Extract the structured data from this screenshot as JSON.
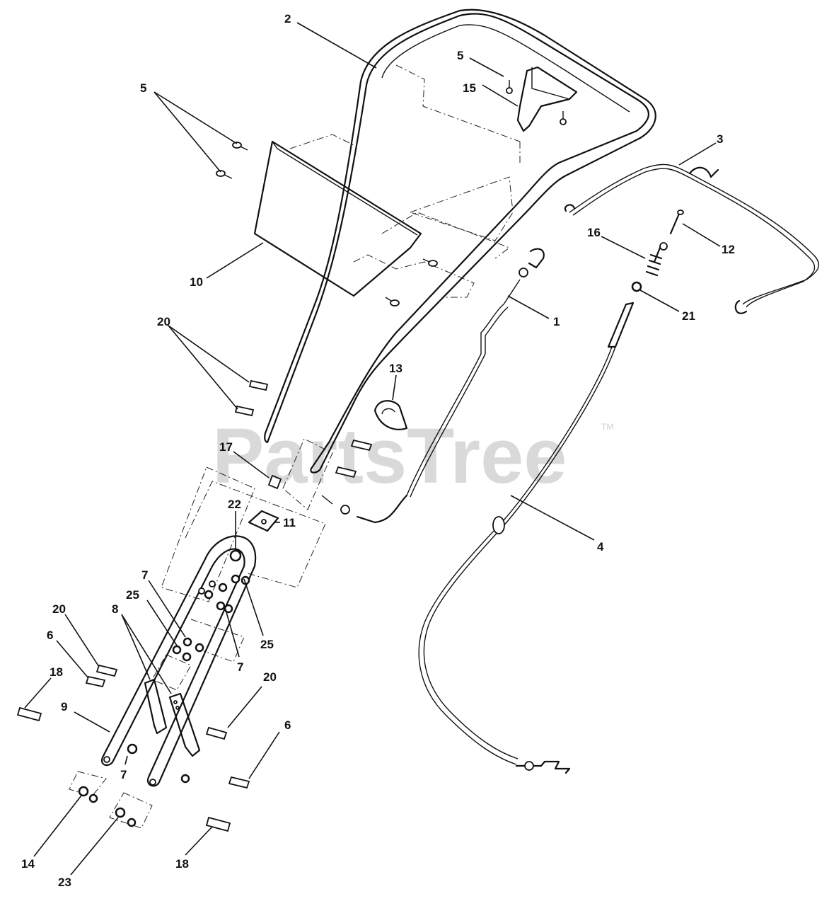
{
  "diagram": {
    "watermark": "PartsTree",
    "watermark_mark": "TM",
    "callouts": [
      {
        "id": "c2",
        "label": "2"
      },
      {
        "id": "c5a",
        "label": "5"
      },
      {
        "id": "c15",
        "label": "15"
      },
      {
        "id": "c5b",
        "label": "5"
      },
      {
        "id": "c3",
        "label": "3"
      },
      {
        "id": "c16",
        "label": "16"
      },
      {
        "id": "c12",
        "label": "12"
      },
      {
        "id": "c21",
        "label": "21"
      },
      {
        "id": "c10",
        "label": "10"
      },
      {
        "id": "c1",
        "label": "1"
      },
      {
        "id": "c20a",
        "label": "20"
      },
      {
        "id": "c13",
        "label": "13"
      },
      {
        "id": "c17",
        "label": "17"
      },
      {
        "id": "c22",
        "label": "22"
      },
      {
        "id": "c11",
        "label": "11"
      },
      {
        "id": "c4",
        "label": "4"
      },
      {
        "id": "c7a",
        "label": "7"
      },
      {
        "id": "c25a",
        "label": "25"
      },
      {
        "id": "c8",
        "label": "8"
      },
      {
        "id": "c20b",
        "label": "20"
      },
      {
        "id": "c6a",
        "label": "6"
      },
      {
        "id": "c25b",
        "label": "25"
      },
      {
        "id": "c7b",
        "label": "7"
      },
      {
        "id": "c18a",
        "label": "18"
      },
      {
        "id": "c9",
        "label": "9"
      },
      {
        "id": "c20c",
        "label": "20"
      },
      {
        "id": "c6b",
        "label": "6"
      },
      {
        "id": "c7c",
        "label": "7"
      },
      {
        "id": "c14",
        "label": "14"
      },
      {
        "id": "c23",
        "label": "23"
      },
      {
        "id": "c18b",
        "label": "18"
      }
    ]
  }
}
